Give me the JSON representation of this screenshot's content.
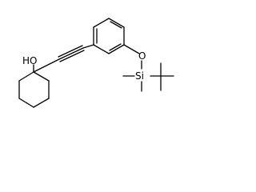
{
  "structure": {
    "atom_labels": {
      "hydroxyl": "HO",
      "ether_oxygen": "O",
      "silicon": "Si"
    }
  }
}
